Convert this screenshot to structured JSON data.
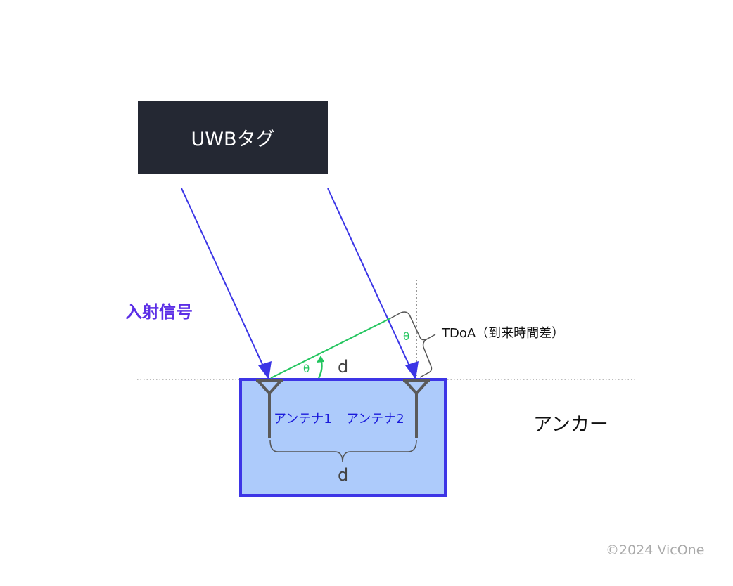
{
  "tag_label": "UWBタグ",
  "incident_label": "入射信号",
  "tdoa_label": "TDoA（到来時間差）",
  "theta_symbol": "θ",
  "d_symbol": "d",
  "antenna1_label": "アンテナ1",
  "antenna2_label": "アンテナ2",
  "anchor_label": "アンカー",
  "copyright": "©2024 VicOne",
  "colors": {
    "tag_bg": "#242833",
    "signal": "#3b35e6",
    "angle": "#22c55e",
    "anchor_fill": "#adcbfb",
    "anchor_stroke": "#3d35e6",
    "incident_text": "#5b2ee6"
  }
}
